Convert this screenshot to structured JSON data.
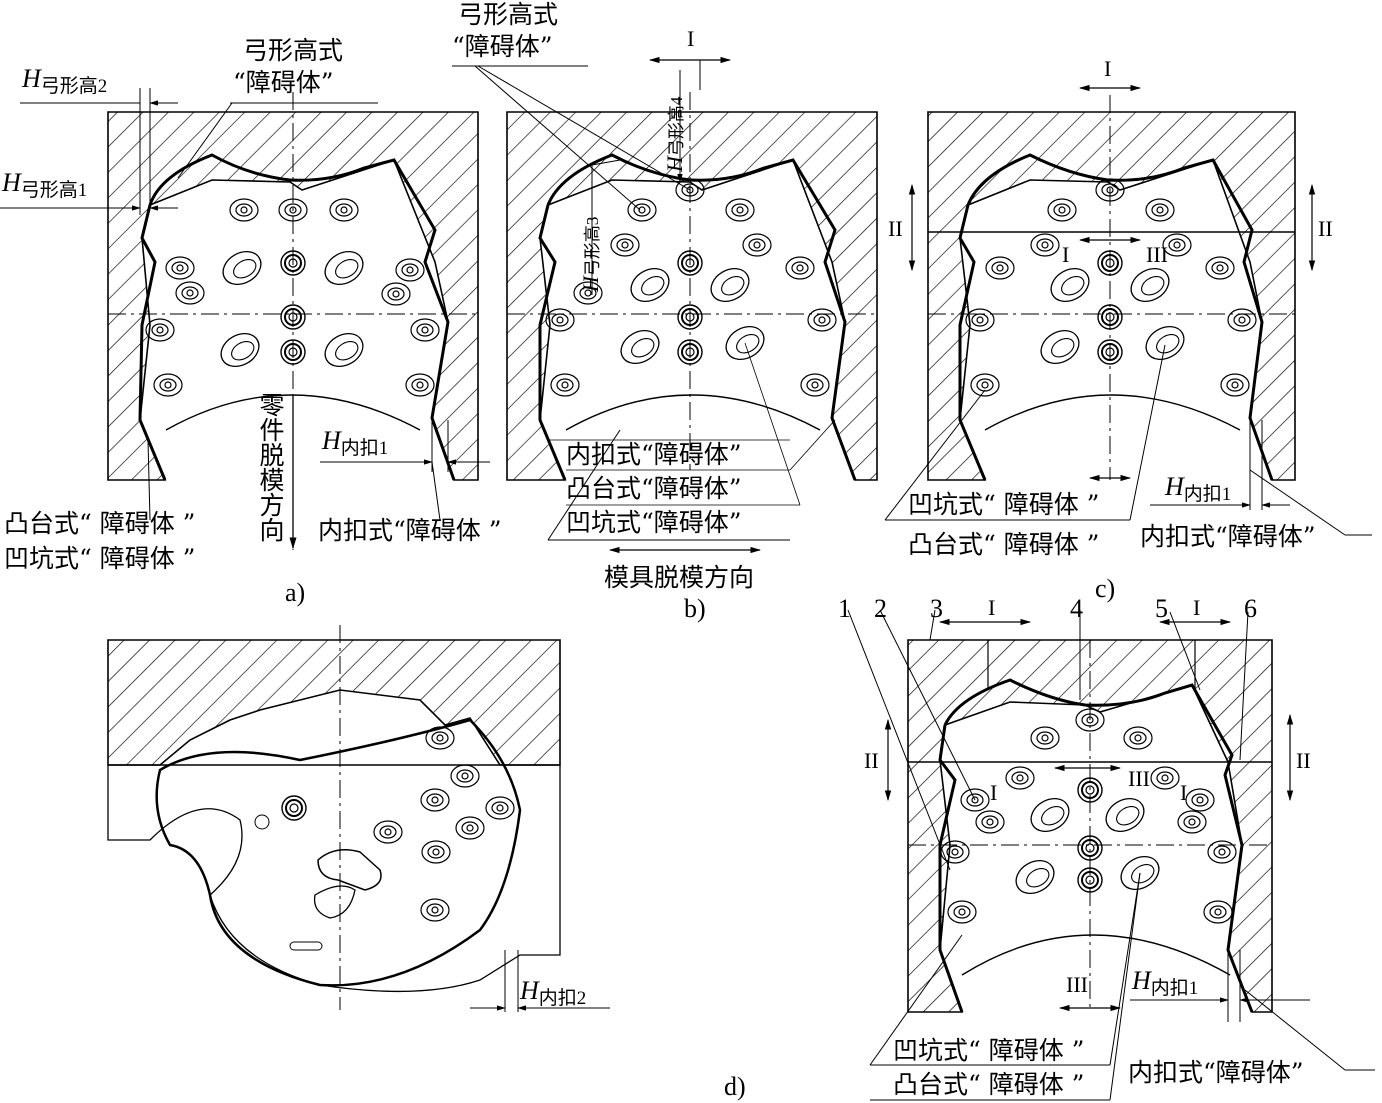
{
  "labels": {
    "bow_high": "弓形高式",
    "obstacle": "“障碍体”",
    "h_bow1": "弓形高1",
    "h_bow2": "弓形高2",
    "h_bow3": "弓形高3",
    "h_bow4": "弓形高4",
    "h_inner1": "内扣1",
    "h_inner2": "内扣2",
    "h_symbol": "H",
    "boss_obstacle": "凸台式“障碍体”",
    "pit_obstacle": "凹坑式“障碍体”",
    "inner_obstacle": "内扣式“障碍体”",
    "inner_obstacle_b": "内扣式“障碍体”",
    "part_demold": "零件脱模方向",
    "mold_demold": "模具脱模方向",
    "pit_obstacle_c": "凹坑式“ 障碍体 ”",
    "boss_obstacle_c": "凸台式“ 障碍体 ”",
    "inner_obstacle_c": "内扣式“障碍体”",
    "pit_obstacle_d": "凹坑式“ 障碍体 ”",
    "boss_obstacle_d": "凸台式“ 障碍体 ”",
    "inner_obstacle_d": "内扣式“障碍体”",
    "inner_obstacle_a": "内扣式“障碍体 ”",
    "boss_obstacle_a": "凸台式“ 障碍体 ”",
    "pit_obstacle_a": "凹坑式“ 障碍体 ”"
  },
  "sections": {
    "I": "I",
    "II": "II",
    "III": "III"
  },
  "captions": {
    "a": "a)",
    "b": "b)",
    "c": "c)",
    "d": "d)"
  },
  "part_numbers": [
    "1",
    "2",
    "3",
    "4",
    "5",
    "6"
  ]
}
